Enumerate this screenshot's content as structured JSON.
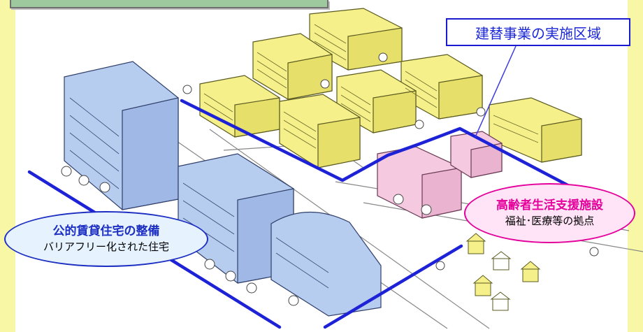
{
  "callout_area": "建替事業の実施区域",
  "facility": {
    "title": "高齢者生活支援施設",
    "subtitle": "福祉･医療等の拠点"
  },
  "housing": {
    "title": "公的賃貸住宅の整備",
    "subtitle": "バリアフリー化された住宅"
  },
  "colors": {
    "background": "#f7f7a6",
    "boundary_line": "#1e22d6",
    "facility_accent": "#e4009a",
    "housing_accent": "#1d2fc2",
    "rebuilt_buildings": "#f5f08a",
    "existing_housing": "#b7cdf0",
    "facility_buildings": "#f5c9e0"
  },
  "icons": [
    "apartment-building-icon",
    "tree-icon",
    "house-icon"
  ]
}
